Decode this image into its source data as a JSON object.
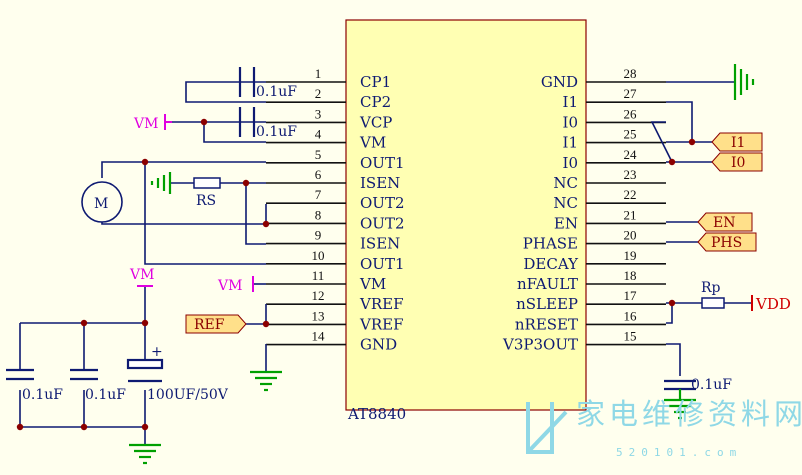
{
  "chip": {
    "name": "AT8840",
    "left_pins": [
      {
        "num": "1",
        "name": "CP1"
      },
      {
        "num": "2",
        "name": "CP2"
      },
      {
        "num": "3",
        "name": "VCP"
      },
      {
        "num": "4",
        "name": "VM"
      },
      {
        "num": "5",
        "name": "OUT1"
      },
      {
        "num": "6",
        "name": "ISEN"
      },
      {
        "num": "7",
        "name": "OUT2"
      },
      {
        "num": "8",
        "name": "OUT2"
      },
      {
        "num": "9",
        "name": "ISEN"
      },
      {
        "num": "10",
        "name": "OUT1"
      },
      {
        "num": "11",
        "name": "VM"
      },
      {
        "num": "12",
        "name": "VREF"
      },
      {
        "num": "13",
        "name": "VREF"
      },
      {
        "num": "14",
        "name": "GND"
      }
    ],
    "right_pins": [
      {
        "num": "28",
        "name": "GND"
      },
      {
        "num": "27",
        "name": "I1"
      },
      {
        "num": "26",
        "name": "I0"
      },
      {
        "num": "25",
        "name": "I1"
      },
      {
        "num": "24",
        "name": "I0"
      },
      {
        "num": "23",
        "name": "NC"
      },
      {
        "num": "22",
        "name": "NC"
      },
      {
        "num": "21",
        "name": "EN"
      },
      {
        "num": "20",
        "name": "PHASE"
      },
      {
        "num": "19",
        "name": "DECAY"
      },
      {
        "num": "18",
        "name": "nFAULT"
      },
      {
        "num": "17",
        "name": "nSLEEP"
      },
      {
        "num": "16",
        "name": "nRESET"
      },
      {
        "num": "15",
        "name": "V3P3OUT"
      }
    ]
  },
  "components": {
    "cap_cp": "0.1uF",
    "cap_vcp": "0.1uF",
    "motor": "M",
    "resistor_sense": "RS",
    "resistor_pull": "Rp",
    "cap_bulk_1": "0.1uF",
    "cap_bulk_2": "0.1uF",
    "cap_bulk_3": "100UF/50V",
    "cap_bulk_plus": "+",
    "cap_v3p3": "0.1uF"
  },
  "nets": {
    "vm_top": "VM",
    "vm_pin11": "VM",
    "vm_bulk": "VM",
    "vdd": "VDD"
  },
  "tags": {
    "i1": "I1",
    "i0": "I0",
    "en": "EN",
    "phs": "PHS",
    "ref": "REF"
  },
  "colors": {
    "background": "#FFFFEE",
    "chip_fill": "#FFFFB3",
    "wire": "#0E1A72",
    "ground": "#00A000",
    "vm": "#E000E0",
    "vdd": "#D00000",
    "node": "#8B0000",
    "tag_fill": "#FFE08A"
  },
  "watermark": {
    "text": "家电维修资料网",
    "url": "520101.com"
  }
}
